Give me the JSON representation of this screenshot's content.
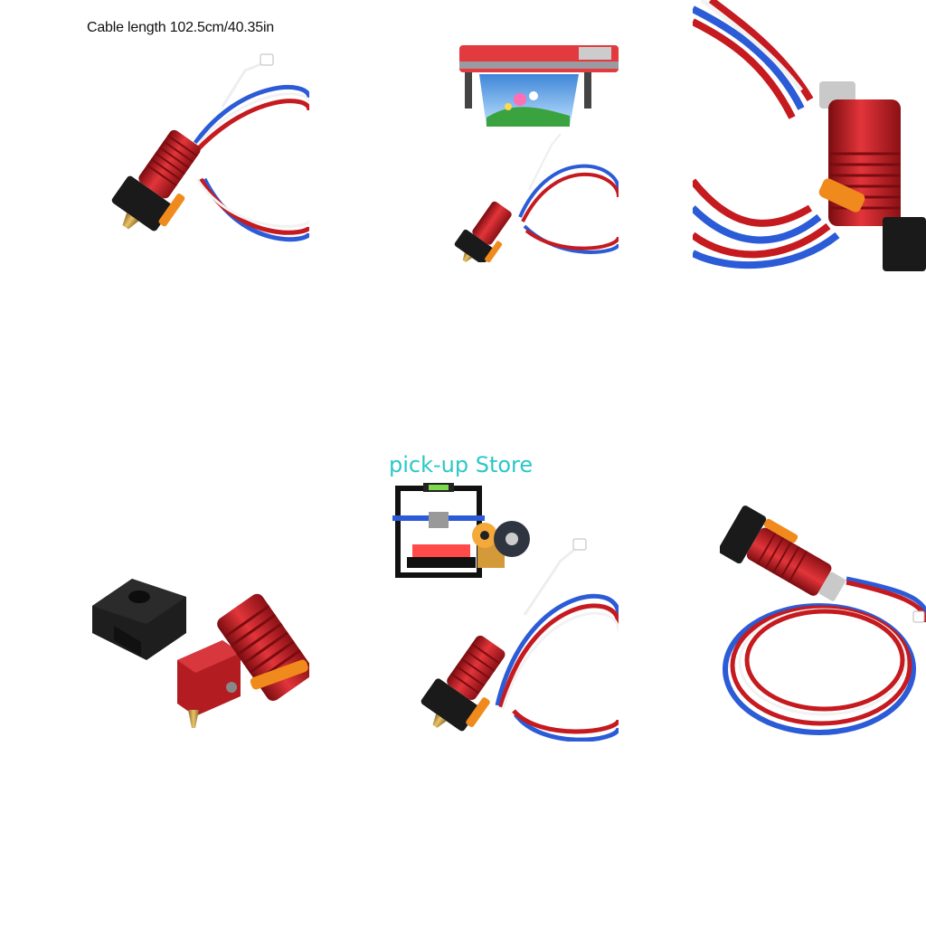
{
  "gallery": {
    "cable_caption": "Cable length 102.5cm/40.35in",
    "store_label": "pick-up Store",
    "colors": {
      "store_label": "#2cc7c7",
      "heater_red": "#c51a1f",
      "wire_blue": "#2b5bd6",
      "wire_white": "#f2f2f2",
      "sock_black": "#1a1a1a",
      "nozzle_brass": "#c9a14a",
      "sleeve_orange": "#f08a1c"
    },
    "tiles": [
      {
        "name": "hotend-with-cable",
        "icon": "hotend-assembly-icon"
      },
      {
        "name": "hotend-with-printer",
        "icon": "large-format-printer-icon"
      },
      {
        "name": "hotend-closeup",
        "icon": "heatsink-closeup-icon"
      },
      {
        "name": "silicone-sock-and-block",
        "icon": "silicone-sock-icon"
      },
      {
        "name": "hotend-with-3d-printer",
        "icon": "3d-printer-icon"
      },
      {
        "name": "hotend-coiled-cable",
        "icon": "coiled-cable-icon"
      }
    ]
  }
}
